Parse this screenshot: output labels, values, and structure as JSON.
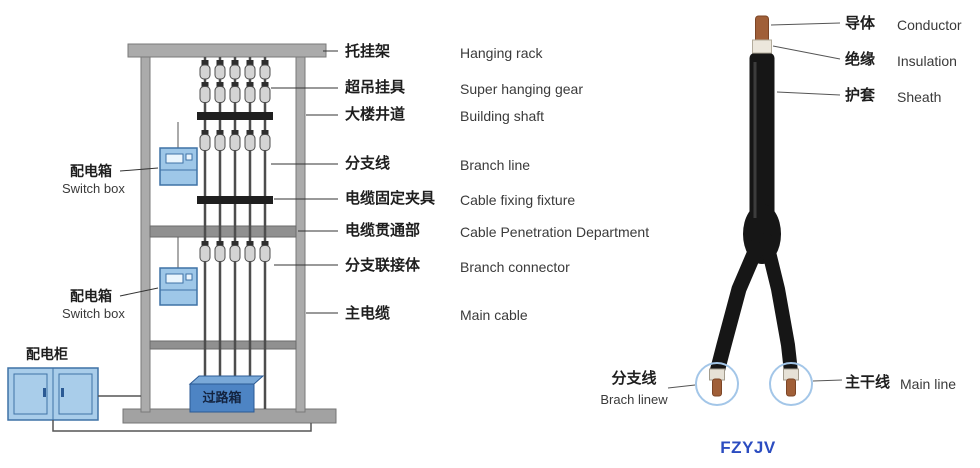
{
  "left": {
    "labels": [
      {
        "cn": "托挂架",
        "en": "Hanging rack"
      },
      {
        "cn": "超吊挂具",
        "en": "Super hanging gear"
      },
      {
        "cn": "大楼井道",
        "en": "Building shaft"
      },
      {
        "cn": "分支线",
        "en": "Branch line"
      },
      {
        "cn": "电缆固定夹具",
        "en": "Cable fixing fixture"
      },
      {
        "cn": "电缆贯通部",
        "en": "Cable Penetration Department"
      },
      {
        "cn": "分支联接体",
        "en": "Branch connector"
      },
      {
        "cn": "主电缆",
        "en": "Main cable"
      }
    ],
    "switch_box_top": {
      "cn": "配电箱",
      "en": "Switch box"
    },
    "switch_box_bottom": {
      "cn": "配电箱",
      "en": "Switch box"
    },
    "cabinet_label": "配电柜",
    "pass_box_label": "过路箱"
  },
  "right": {
    "conductor": {
      "cn": "导体",
      "en": "Conductor"
    },
    "insulation": {
      "cn": "绝缘",
      "en": "Insulation"
    },
    "sheath": {
      "cn": "护套",
      "en": "Sheath"
    },
    "branch": {
      "cn": "分支线",
      "en": "Brach linew"
    },
    "main": {
      "cn": "主干线",
      "en": "Main line"
    },
    "model": "FZYJV"
  },
  "colors": {
    "model_blue": "#2b4cc0",
    "box_light_blue": "#a9cdea",
    "box_deep_blue": "#4d84c4",
    "copper": "#a05f38",
    "highlight_circle": "#a3c6e8"
  }
}
